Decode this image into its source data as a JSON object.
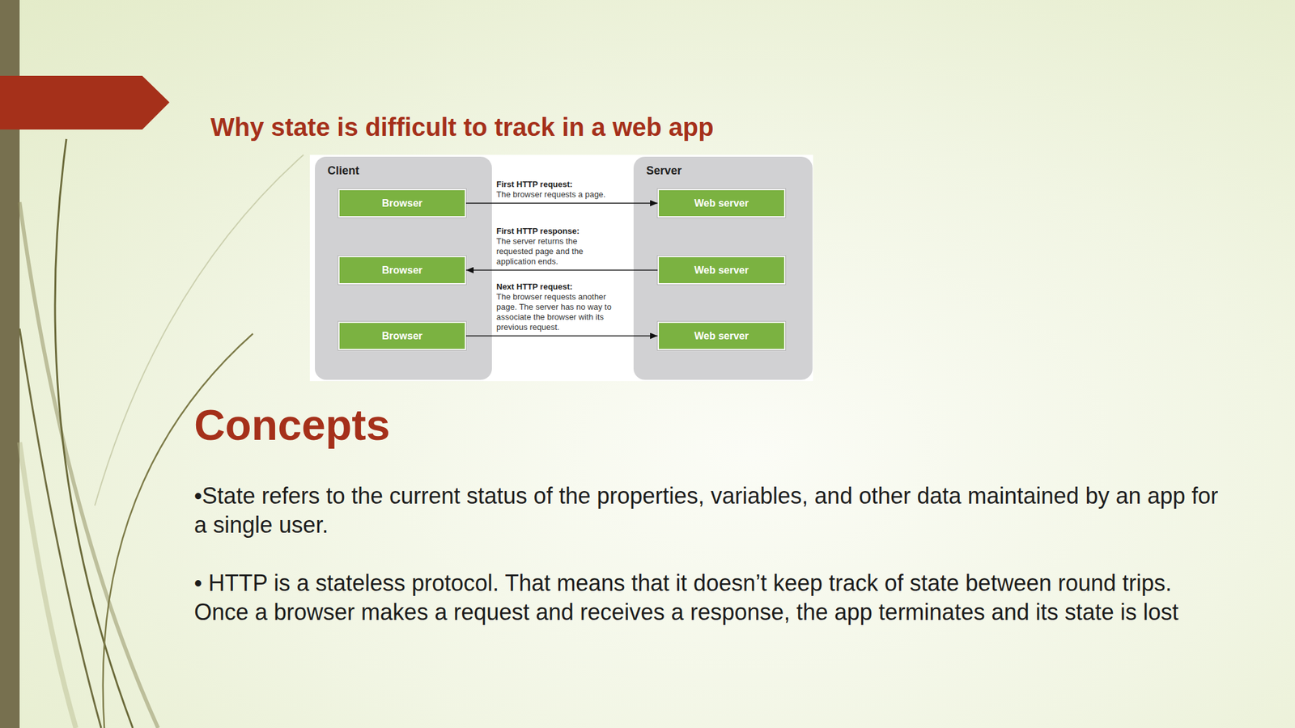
{
  "diagram": {
    "title": "Why state is difficult to track in a web app",
    "nodes": [
      {
        "text": [
          "Client"
        ]
      },
      {
        "text": [
          "Server"
        ]
      },
      {
        "text": [
          "Browser"
        ],
        "in": 0
      },
      {
        "text": [
          "Web server"
        ],
        "in": 1
      },
      {
        "text": [
          "Browser"
        ],
        "in": 0
      },
      {
        "text": [
          "Web server"
        ],
        "in": 1
      },
      {
        "text": [
          "Browser"
        ],
        "in": 0
      },
      {
        "text": [
          "Web server"
        ],
        "in": 1
      }
    ],
    "edges": [
      {
        "from": 2,
        "to": 3,
        "label": "First HTTP request:",
        "arrow": "to"
      },
      {
        "from": 5,
        "to": 4,
        "label": "First HTTP response:",
        "arrow": "to"
      },
      {
        "from": 6,
        "to": 7,
        "label": "Next HTTP request:",
        "arrow": "to"
      }
    ],
    "labels": [
      "The browser requests a page.",
      "The server returns the requested page and the application ends.",
      "The browser requests another page. The server has no way to associate the browser with its previous request.",
      "Concepts",
      "•State refers to the current status of the properties, variables, and other data maintained by an app for a single user.",
      "• HTTP is a stateless protocol. That means that it doesn’t keep track of state between round trips. Once a browser makes a request and receives a response, the app terminates and its state is lost"
    ]
  }
}
